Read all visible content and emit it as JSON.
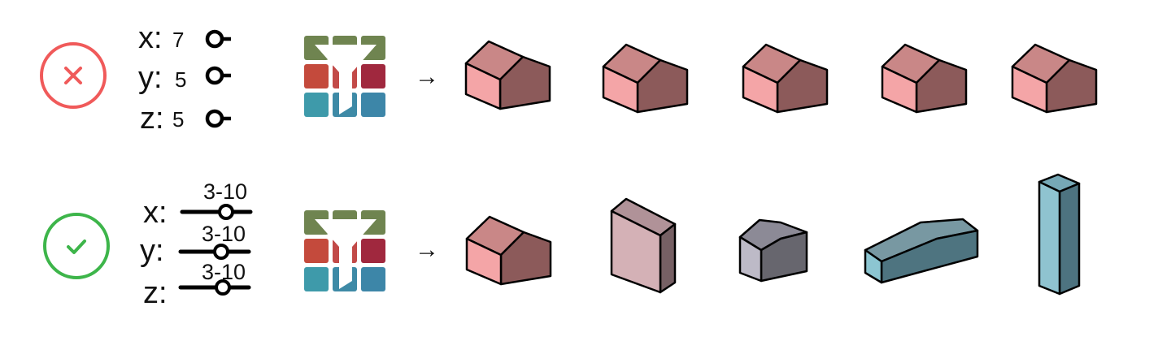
{
  "rows": [
    {
      "status": "invalid",
      "status_color": "#f05a5a",
      "status_icon": "x-icon",
      "params": [
        {
          "axis": "x:",
          "value": "7"
        },
        {
          "axis": "y:",
          "value": "5"
        },
        {
          "axis": "z:",
          "value": "5"
        }
      ],
      "arrow": "→",
      "shapes": [
        "house",
        "house",
        "house",
        "house",
        "house"
      ]
    },
    {
      "status": "valid",
      "status_color": "#3db54a",
      "status_icon": "check-icon",
      "params": [
        {
          "axis": "x:",
          "range": "3-10"
        },
        {
          "axis": "y:",
          "range": "3-10"
        },
        {
          "axis": "z:",
          "range": "3-10"
        }
      ],
      "arrow": "→",
      "shapes": [
        "house",
        "tall-block",
        "small-block",
        "long-ramp",
        "tower"
      ]
    }
  ],
  "filter_icon": "filter-funnel-icon",
  "grid_colors": {
    "top": [
      "#6f8450",
      "#6f8450",
      "#6f8450"
    ],
    "middle": [
      "#c44a3c",
      "#c24a48",
      "#a0283e"
    ],
    "bottom": [
      "#3e9aaa",
      "#3e9aaa",
      "#3d86a8"
    ]
  },
  "shape_colors": {
    "house": {
      "front": "#f4a5a7",
      "side": "#8c5a5a",
      "roof": "#c98787"
    },
    "tall-block": {
      "front": "#d4b1b6",
      "side": "#766064",
      "top": "#b09298"
    },
    "small-block": {
      "front": "#bdbac7",
      "side": "#67666e",
      "top": "#8c8a96"
    },
    "long-ramp": {
      "front": "#8cc5d1",
      "side": "#4e7480",
      "top": "#7898a2"
    },
    "tower": {
      "front": "#8fc3d0",
      "side": "#4d7380",
      "top": "#76a8b6"
    }
  }
}
